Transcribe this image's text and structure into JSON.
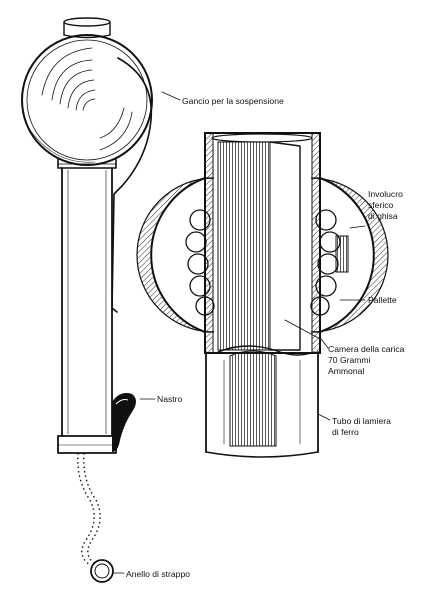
{
  "labels": {
    "suspension_hook": "Gancio per la sospensione",
    "spherical_casing": [
      "Involucro",
      "sferico",
      "di ghisa"
    ],
    "pellets": "Pallette",
    "charge_chamber": [
      "Camera della carica",
      "70 Grammi",
      "Ammonal"
    ],
    "ribbon": "Nastro",
    "iron_tube": [
      "Tubo di lamiera",
      "di ferro"
    ],
    "pull_ring": "Anello di strappo"
  },
  "colors": {
    "ink": "#111111",
    "paper": "#ffffff"
  }
}
